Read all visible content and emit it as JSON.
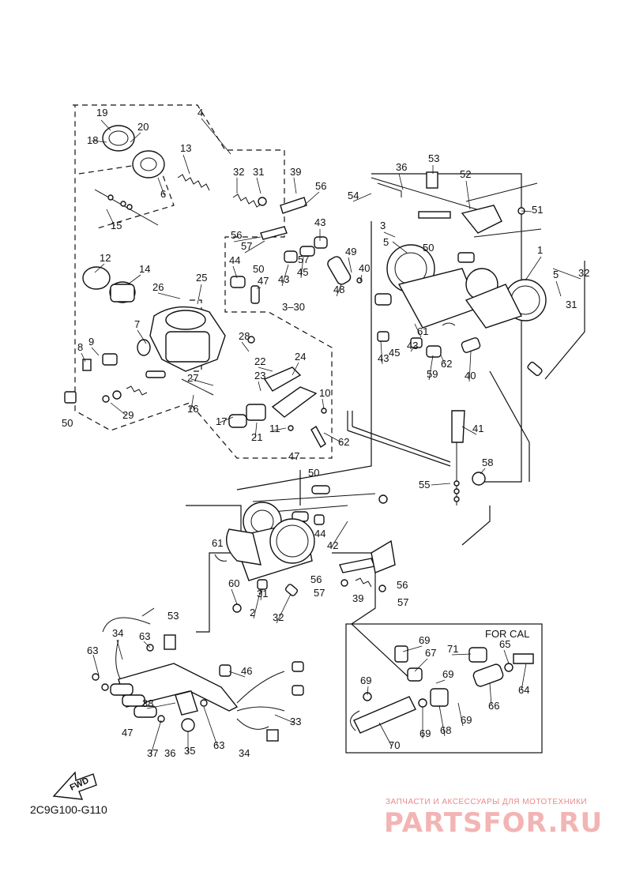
{
  "drawing": {
    "sheet_code": "2C9G100-G110",
    "for_cal_label": "FOR CAL",
    "fwd_label": "FWD",
    "callouts": [
      "1",
      "2",
      "3",
      "4",
      "5",
      "6",
      "7",
      "8",
      "9",
      "10",
      "11",
      "12",
      "13",
      "14",
      "15",
      "16",
      "17",
      "18",
      "19",
      "20",
      "21",
      "22",
      "23",
      "24",
      "25",
      "26",
      "27",
      "28",
      "29",
      "30",
      "31",
      "32",
      "33",
      "34",
      "35",
      "36",
      "37",
      "38",
      "39",
      "40",
      "41",
      "42",
      "43",
      "44",
      "45",
      "46",
      "47",
      "48",
      "49",
      "50",
      "51",
      "52",
      "53",
      "54",
      "55",
      "56",
      "57",
      "58",
      "59",
      "60",
      "61",
      "62",
      "63",
      "64",
      "65",
      "66",
      "67",
      "68",
      "69",
      "70",
      "71"
    ],
    "bracket_callout": "3-30"
  },
  "watermark": {
    "tagline": "ЗАПЧАСТИ И АКСЕССУАРЫ ДЛЯ МОТОТЕХНИКИ",
    "brand": "PARTSFOR.RU"
  },
  "colors": {
    "line": "#111111",
    "watermark": "#f3b4b4"
  }
}
